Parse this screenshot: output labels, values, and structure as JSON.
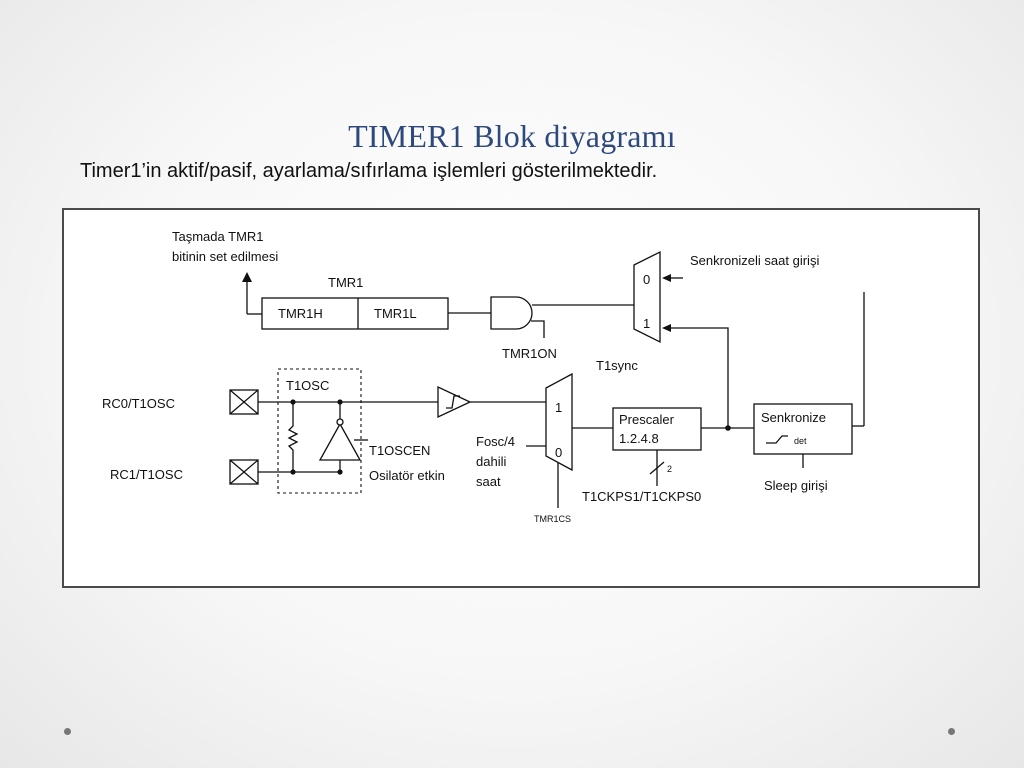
{
  "title": "TIMER1 Blok diyagramı",
  "subtitle": "Timer1’in aktif/pasif, ayarlama/sıfırlama işlemleri gösterilmektedir.",
  "diagram": {
    "overflow_label_1": "Taşmada TMR1",
    "overflow_label_2": "bitinin set edilmesi",
    "tmr1_label": "TMR1",
    "tmr1h": "TMR1H",
    "tmr1l": "TMR1L",
    "tmr1on": "TMR1ON",
    "mux_top_0": "0",
    "mux_top_1": "1",
    "t1sync": "T1sync",
    "sync_clock_input": "Senkronizeli saat girişi",
    "rc0": "RC0/T1OSC",
    "rc1": "RC1/T1OSC",
    "t1osc": "T1OSC",
    "t1oscen": "T1OSCEN",
    "osc_enable": "Osilatör etkin",
    "mux_bottom_1": "1",
    "mux_bottom_0": "0",
    "fosc_1": "Fosc/4",
    "fosc_2": "dahili",
    "fosc_3": "saat",
    "tmr1cs": "TMR1CS",
    "prescaler": "Prescaler",
    "prescaler_values": "1.2.4.8",
    "prescale_bus_width": "2",
    "t1ckps": "T1CKPS1/T1CKPS0",
    "sync_block": "Senkronize",
    "det": "det",
    "sleep_input": "Sleep girişi"
  }
}
